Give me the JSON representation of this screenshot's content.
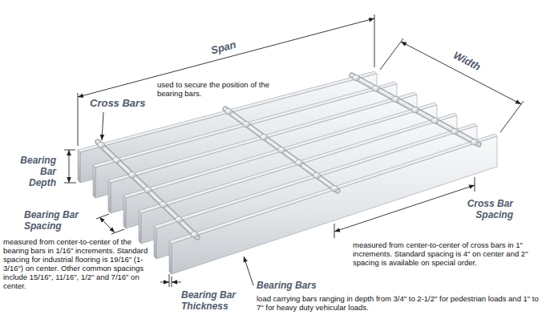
{
  "diagram": {
    "labels": [
      "Span",
      "Width",
      "Cross Bars",
      "used to secure the position of the bearing bars.",
      "Bearing Bar Depth",
      "Bearing Bar Spacing",
      "measured from center-to-center of the bearing bars in 1/16\" increments. Standard spacing for industrial flooring is 19/16\" (1-3/16\") on center. Other common spacings include 15/16\", 11/16\", 1/2\" and 7/16\" on center.",
      "Cross Bar Spacing",
      "measured from center-to-center of cross bars in 1\" increments. Standard spacing is 4\" on center and 2\" spacing is available on special order.",
      "Bearing Bars",
      "load carrying bars ranging in depth from 3/4\" to 2-1/2\" for pedestrian loads and 1\" to 7\" for heavy duty vehicular loads.",
      "Bearing Bar Thickness"
    ]
  }
}
